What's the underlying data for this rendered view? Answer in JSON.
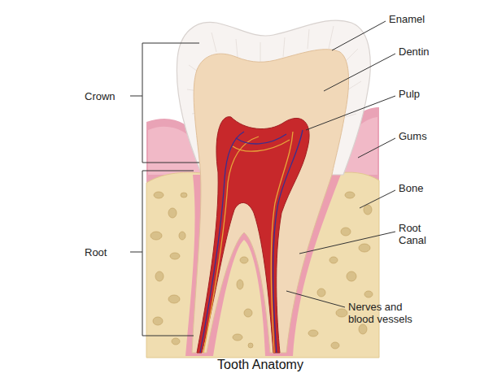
{
  "diagram": {
    "caption": "Tooth Anatomy",
    "labels": [
      "Crown",
      "Root",
      "Enamel",
      "Dentin",
      "Pulp",
      "Gums",
      "Bone",
      "Root Canal",
      "Nerves and blood vessels"
    ]
  }
}
